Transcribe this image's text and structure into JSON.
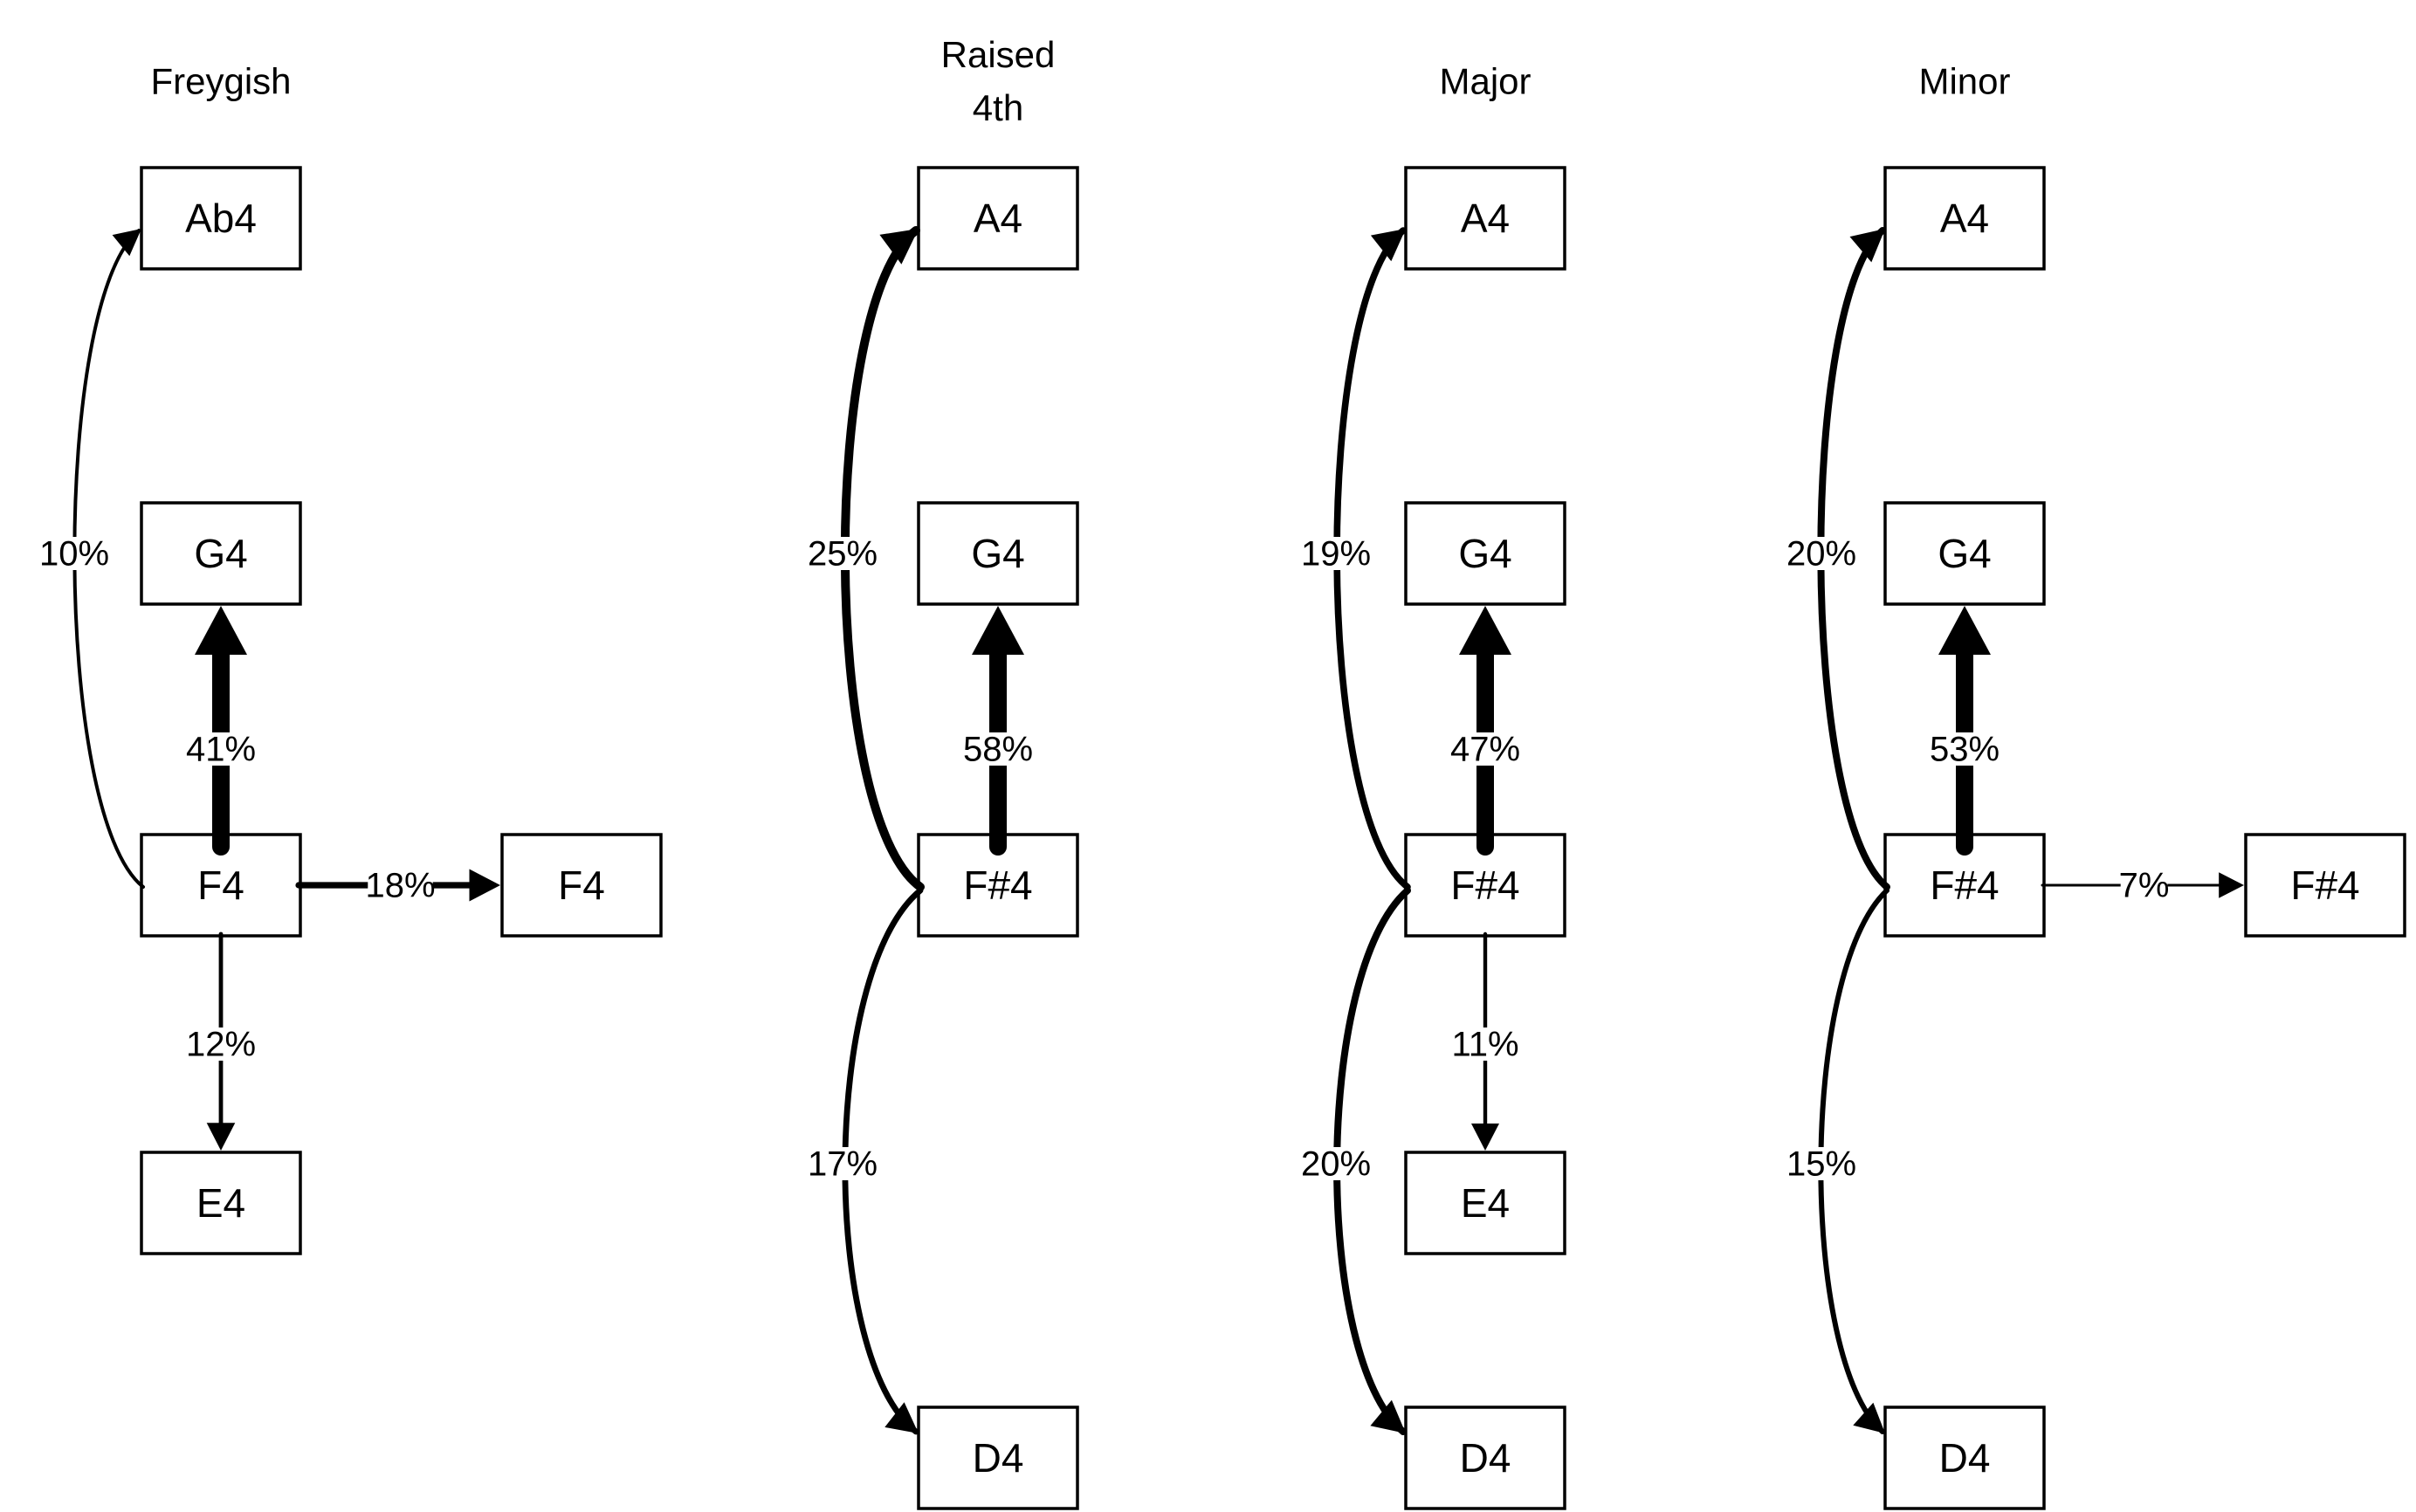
{
  "diagram": {
    "description": "Note transition probability diagrams for four modes",
    "background_color": "#ffffff",
    "ink_color": "#000000",
    "panels": [
      {
        "title_lines": [
          "Freygish"
        ],
        "title": "Freygish",
        "nodes": [
          {
            "label": "Ab4",
            "row": 1
          },
          {
            "label": "G4",
            "row": 2
          },
          {
            "label": "F4",
            "row": 3
          },
          {
            "label": "E4",
            "row": 4
          },
          {
            "label": "F4",
            "row": 3,
            "side": true
          }
        ],
        "edges": [
          {
            "from": "F4",
            "to": "Ab4",
            "label": "10%",
            "value": 10,
            "shape": "curve-up"
          },
          {
            "from": "F4",
            "to": "G4",
            "label": "41%",
            "value": 41,
            "shape": "straight-up"
          },
          {
            "from": "F4",
            "to": "F4",
            "label": "18%",
            "value": 18,
            "shape": "straight-right",
            "to_side": true
          },
          {
            "from": "F4",
            "to": "E4",
            "label": "12%",
            "value": 12,
            "shape": "straight-down"
          }
        ]
      },
      {
        "title_lines": [
          "Raised",
          "4th"
        ],
        "title": "Raised 4th",
        "nodes": [
          {
            "label": "A4",
            "row": 1
          },
          {
            "label": "G4",
            "row": 2
          },
          {
            "label": "F#4",
            "row": 3
          },
          {
            "label": "D4",
            "row": 5
          }
        ],
        "edges": [
          {
            "from": "F#4",
            "to": "A4",
            "label": "25%",
            "value": 25,
            "shape": "curve-up"
          },
          {
            "from": "F#4",
            "to": "G4",
            "label": "58%",
            "value": 58,
            "shape": "straight-up"
          },
          {
            "from": "F#4",
            "to": "D4",
            "label": "17%",
            "value": 17,
            "shape": "curve-down"
          }
        ]
      },
      {
        "title_lines": [
          "Major"
        ],
        "title": "Major",
        "nodes": [
          {
            "label": "A4",
            "row": 1
          },
          {
            "label": "G4",
            "row": 2
          },
          {
            "label": "F#4",
            "row": 3
          },
          {
            "label": "E4",
            "row": 4
          },
          {
            "label": "D4",
            "row": 5
          }
        ],
        "edges": [
          {
            "from": "F#4",
            "to": "A4",
            "label": "19%",
            "value": 19,
            "shape": "curve-up"
          },
          {
            "from": "F#4",
            "to": "G4",
            "label": "47%",
            "value": 47,
            "shape": "straight-up"
          },
          {
            "from": "F#4",
            "to": "E4",
            "label": "11%",
            "value": 11,
            "shape": "straight-down"
          },
          {
            "from": "F#4",
            "to": "D4",
            "label": "20%",
            "value": 20,
            "shape": "curve-down"
          }
        ]
      },
      {
        "title_lines": [
          "Minor"
        ],
        "title": "Minor",
        "nodes": [
          {
            "label": "A4",
            "row": 1
          },
          {
            "label": "G4",
            "row": 2
          },
          {
            "label": "F#4",
            "row": 3
          },
          {
            "label": "D4",
            "row": 5
          },
          {
            "label": "F#4",
            "row": 3,
            "side": true
          }
        ],
        "edges": [
          {
            "from": "F#4",
            "to": "A4",
            "label": "20%",
            "value": 20,
            "shape": "curve-up"
          },
          {
            "from": "F#4",
            "to": "G4",
            "label": "53%",
            "value": 53,
            "shape": "straight-up"
          },
          {
            "from": "F#4",
            "to": "F#4",
            "label": "7%",
            "value": 7,
            "shape": "straight-right",
            "to_side": true
          },
          {
            "from": "F#4",
            "to": "D4",
            "label": "15%",
            "value": 15,
            "shape": "curve-down"
          }
        ]
      }
    ]
  }
}
